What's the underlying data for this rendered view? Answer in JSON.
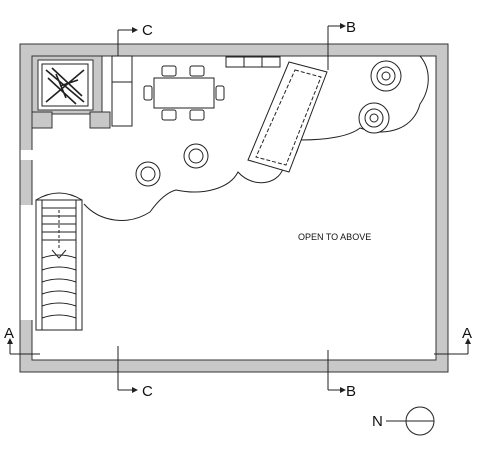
{
  "plan": {
    "floor_label": "OPEN TO ABOVE",
    "sections": {
      "a_left": "A",
      "a_right": "A",
      "b_top": "B",
      "b_bottom": "B",
      "c_top": "C",
      "c_bottom": "C"
    },
    "north_label": "N"
  },
  "colors": {
    "wall": "#c8c8c8",
    "line": "#222222",
    "background": "#ffffff"
  }
}
